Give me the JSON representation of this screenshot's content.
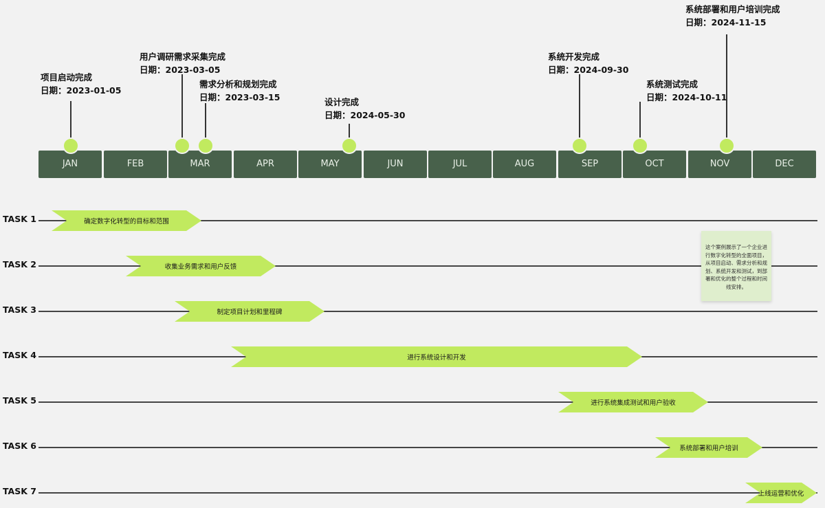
{
  "months": [
    "JAN",
    "FEB",
    "MAR",
    "APR",
    "MAY",
    "JUN",
    "JUL",
    "AUG",
    "SEP",
    "OCT",
    "NOV",
    "DEC"
  ],
  "milestones": [
    {
      "title": "项目启动完成",
      "date": "日期：2023-01-05"
    },
    {
      "title": "用户调研需求采集完成",
      "date": "日期：2023-03-05"
    },
    {
      "title": "需求分析和规划完成",
      "date": "日期：2023-03-15"
    },
    {
      "title": "设计完成",
      "date": "日期：2024-05-30"
    },
    {
      "title": "系统开发完成",
      "date": "日期：2024-09-30"
    },
    {
      "title": "系统测试完成",
      "date": "日期：2024-10-11"
    },
    {
      "title": "系统部署和用户培训完成",
      "date": "日期：2024-11-15"
    }
  ],
  "tasks": [
    {
      "label": "TASK 1",
      "name": "确定数字化转型的目标和范围"
    },
    {
      "label": "TASK 2",
      "name": "收集业务需求和用户反馈"
    },
    {
      "label": "TASK 3",
      "name": "制定项目计划和里程碑"
    },
    {
      "label": "TASK 4",
      "name": "进行系统设计和开发"
    },
    {
      "label": "TASK 5",
      "name": "进行系统集成测试和用户验收"
    },
    {
      "label": "TASK 6",
      "name": "系统部署和用户培训"
    },
    {
      "label": "TASK 7",
      "name": "上线运营和优化"
    }
  ],
  "note": {
    "text": "这个案例展示了一个企业进行数字化转型的全面项目，从项目启动、需求分析和规划、系统开发和测试，到部署和优化的整个过程和时间线安排。"
  },
  "colors": {
    "month_bg": "#48614b",
    "accent": "#c1ea5f",
    "note_bg": "#dfeecd"
  }
}
